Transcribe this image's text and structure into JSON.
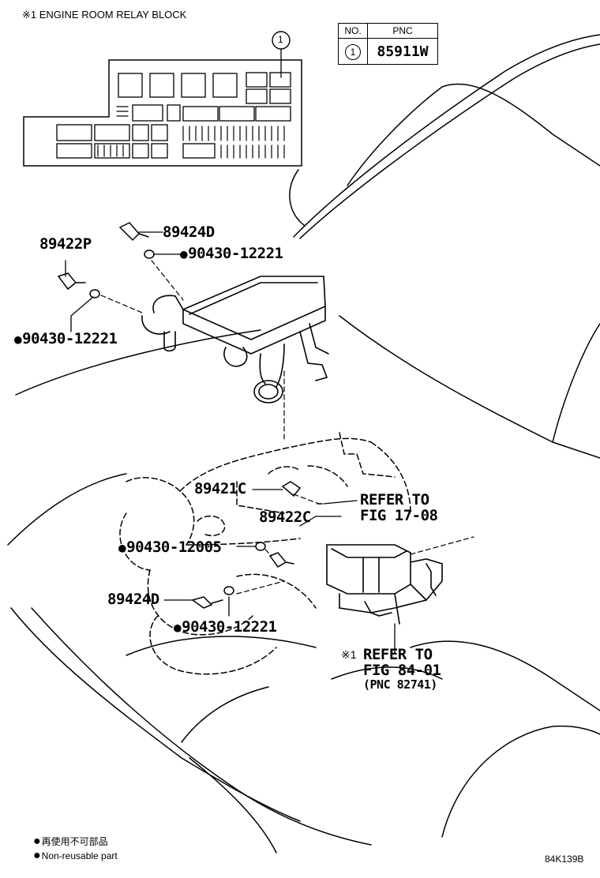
{
  "relay_block": {
    "title": "※1 ENGINE ROOM RELAY BLOCK",
    "callout": "1"
  },
  "pnc_table": {
    "head_no": "NO.",
    "head_pnc": "PNC",
    "row_no": "1",
    "row_pnc": "85911W"
  },
  "parts": {
    "p89424D_top": "89424D",
    "p90430_12221_top": "90430-12221",
    "p89422P": "89422P",
    "p90430_12221_left": "90430-12221",
    "p89421C": "89421C",
    "p89422C": "89422C",
    "p90430_12005": "90430-12005",
    "p89424D_low": "89424D",
    "p90430_12221_low": "90430-12221"
  },
  "refs": {
    "refer1_line1": "REFER TO",
    "refer1_line2": "FIG 17-08",
    "refer2_mark": "※1",
    "refer2_line1": "REFER TO",
    "refer2_line2": "FIG 84-01",
    "refer2_line3": "(PNC 82741)"
  },
  "legend": {
    "jp": "再使用不可部品",
    "en": "Non-reusable part"
  },
  "figure_code": "84K139B"
}
